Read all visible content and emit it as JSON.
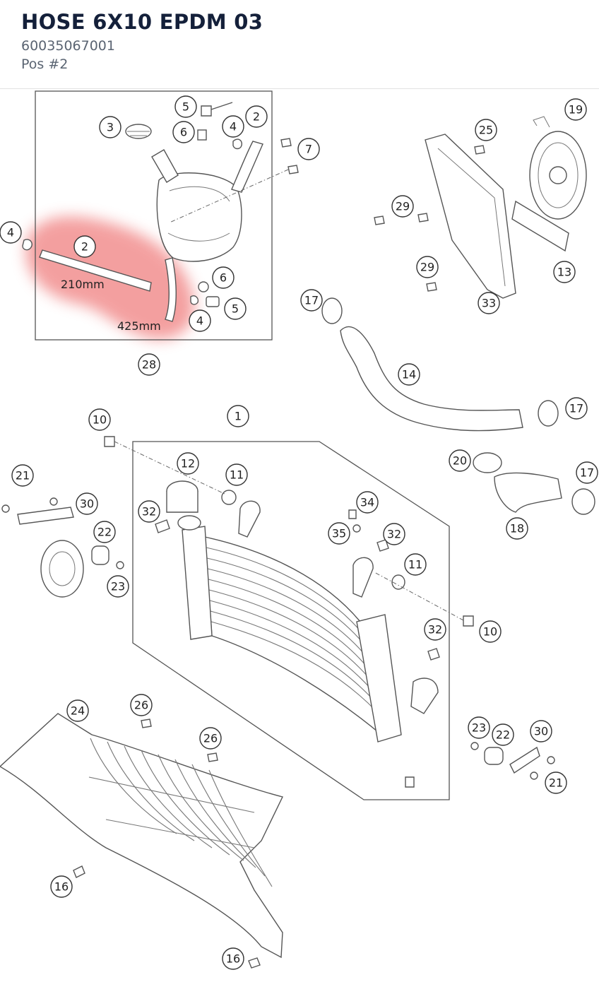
{
  "header": {
    "title": "HOSE 6X10 EPDM 03",
    "part_number": "60035067001",
    "position": "Pos #2"
  },
  "diagram": {
    "highlight_color": "#f08080",
    "highlighted_position": "2",
    "measurements": [
      "210mm",
      "425mm"
    ],
    "callouts": [
      "5",
      "2",
      "3",
      "6",
      "4",
      "7",
      "4",
      "2",
      "6",
      "5",
      "4",
      "28",
      "19",
      "25",
      "29",
      "29",
      "13",
      "33",
      "17",
      "14",
      "17",
      "1",
      "10",
      "12",
      "11",
      "21",
      "30",
      "32",
      "22",
      "23",
      "34",
      "35",
      "32",
      "11",
      "10",
      "32",
      "20",
      "17",
      "18",
      "24",
      "26",
      "26",
      "23",
      "22",
      "30",
      "21",
      "16",
      "16"
    ]
  }
}
